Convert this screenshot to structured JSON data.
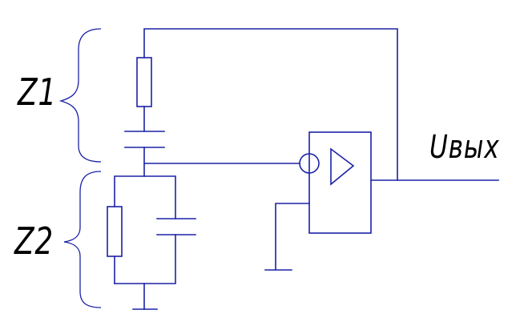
{
  "labels": {
    "z1": "Z1",
    "z2": "Z2",
    "output_voltage": "Uвых"
  },
  "colors": {
    "wire": "#1c22a6",
    "text": "#000000",
    "background": "#ffffff"
  },
  "icons": {
    "resistor": "resistor-icon",
    "capacitor": "capacitor-icon",
    "ground": "ground-icon",
    "amplifier": "amplifier-triangle-icon",
    "inverting_input": "inverting-input-circle-icon"
  }
}
